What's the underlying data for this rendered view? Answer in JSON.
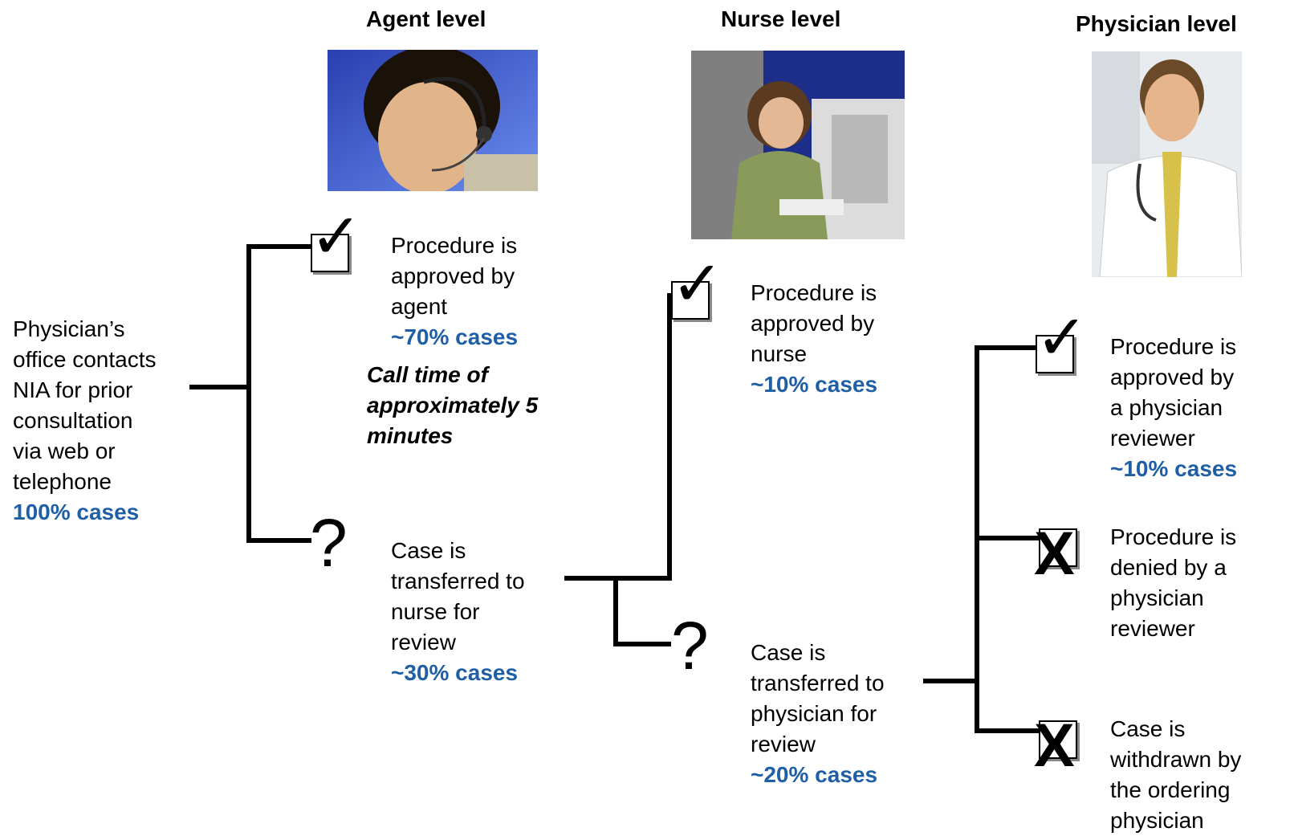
{
  "headers": {
    "agent": "Agent level",
    "nurse": "Nurse level",
    "physician": "Physician level"
  },
  "start": {
    "text": "Physician’s\noffice contacts\nNIA for prior\nconsultation\nvia web or\ntelephone",
    "pct": "100% cases"
  },
  "agent_approved": {
    "text": "Procedure is\napproved by\nagent",
    "pct": "~70% cases"
  },
  "call_time": "Call time of\napproximately 5\nminutes",
  "agent_transfer": {
    "text": "Case is\ntransferred to\nnurse for\nreview",
    "pct": "~30% cases"
  },
  "nurse_approved": {
    "text": "Procedure is\napproved by\nnurse",
    "pct": "~10% cases"
  },
  "nurse_transfer": {
    "text": "Case is\ntransferred to\nphysician for\nreview",
    "pct": "~20% cases"
  },
  "physician_approved": {
    "text": "Procedure is\napproved by\na physician\nreviewer",
    "pct": "~10% cases"
  },
  "physician_denied": {
    "text": "Procedure is\ndenied  by a\nphysician\nreviewer"
  },
  "physician_withdrawn": {
    "text": "Case is\nwithdrawn by\nthe ordering\nphysician"
  },
  "icons": {
    "check": "✓",
    "question": "?",
    "x": "X"
  },
  "colors": {
    "accent": "#1f5fa6"
  }
}
